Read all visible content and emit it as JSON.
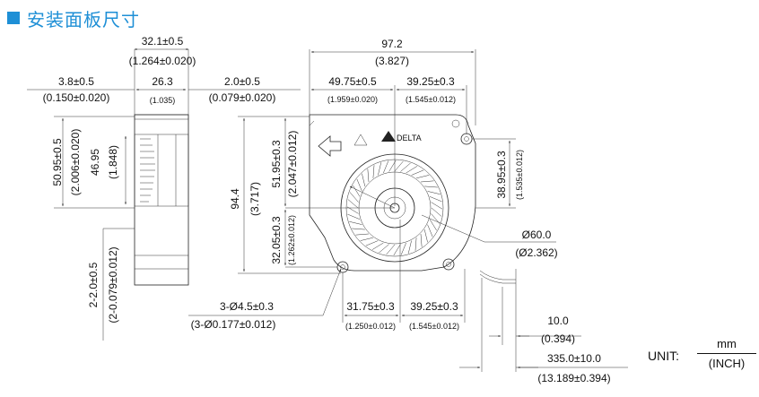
{
  "title": "安装面板尺寸",
  "brand": "DELTA",
  "dims": {
    "side_width": "32.1±0.5",
    "side_width_in": "(1.264±0.020)",
    "left_off": "3.8±0.5",
    "left_off_in": "(0.150±0.020)",
    "inner_w": "26.3",
    "inner_w_in": "(1.035)",
    "right_off": "2.0±0.5",
    "right_off_in": "(0.079±0.020)",
    "total_w": "97.2",
    "total_w_in": "(3.827)",
    "w1": "49.75±0.5",
    "w1_in": "(1.959±0.020)",
    "w2": "39.25±0.3",
    "w2_in": "(1.545±0.012)",
    "h_outlet": "50.95±0.5",
    "h_outlet_in": "(2.006±0.020)",
    "h_inner": "46.95",
    "h_inner_in": "(1.848)",
    "h_total": "94.4",
    "h_total_in": "(3.717)",
    "h_center": "51.95±0.3",
    "h_center_in": "(2.047±0.012)",
    "h_low": "32.05±0.3",
    "h_low_in": "(1.262±0.012)",
    "h_right": "38.95±0.3",
    "h_right_in": "(1.535±0.012)",
    "slot": "2-2.0±0.5",
    "slot_in": "(2-0.079±0.012)",
    "hub_d": "Ø60.0",
    "hub_d_in": "(Ø2.362)",
    "holes": "3-Ø4.5±0.3",
    "holes_in": "(3-Ø0.177±0.012)",
    "b1": "31.75±0.3",
    "b1_in": "(1.250±0.012)",
    "b2": "39.25±0.3",
    "b2_in": "(1.545±0.012)",
    "wire_off": "10.0",
    "wire_off_in": "(0.394)",
    "wire_len": "335.0±10.0",
    "wire_len_in": "(13.189±0.394)"
  },
  "unit": {
    "label": "UNIT:",
    "num": "mm",
    "den": "(INCH)"
  }
}
